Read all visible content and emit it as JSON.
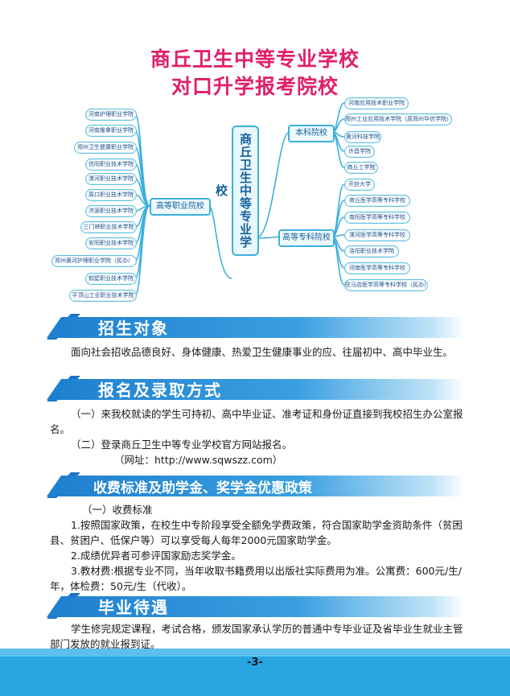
{
  "header": {
    "title_line1": "商丘卫生中等专业学校",
    "title_line2": "对口升学报考院校"
  },
  "mindmap": {
    "center": "商丘卫生中等专业学校",
    "left_hub": "高等职业院校",
    "right_top_hub": "本科院校",
    "right_bottom_hub": "高等专科院校",
    "left_items": [
      "河南护理职业学院",
      "河南推拿职业学院",
      "郑州卫生健康职业学院",
      "信阳职业技术学院",
      "漯河职业技术学院",
      "周口职业技术学院",
      "济源职业技术学院",
      "三门峡职业技术学院",
      "安阳职业技术学院",
      "郑州黄河护理职业学院（民办）",
      "鹤壁职业技术学院",
      "平顶山工业职业技术学院"
    ],
    "right_top_items": [
      "河南应用技术职业学院",
      "郑州工业应用技术学院（原郑州华信学院）",
      "黄河科技学院",
      "许昌学院",
      "商丘工学院"
    ],
    "right_bottom_items": [
      "开封大学",
      "商丘医学高等专科学校",
      "南阳医学高等专科学校",
      "漯河医学高等专科学校",
      "洛阳职业技术学院",
      "河南医学高等专科学校",
      "驻马店医学高等专科学校（民办）"
    ]
  },
  "sections": {
    "s1": {
      "heading": "招生对象",
      "para": "面向社会招收品德良好、身体健康、热爱卫生健康事业的应、往届初中、高中毕业生。"
    },
    "s2": {
      "heading": "报名及录取方式",
      "p1": "（一）来我校就读的学生可持初、高中毕业证、准考证和身份证直接到我校招生办公室报名。",
      "p2": "（二）登录商丘卫生中等专业学校官方网站报名。",
      "p3": "（网址：http://www.sqwszz.com）"
    },
    "s3": {
      "heading": "收费标准及助学金、奖学金优惠政策",
      "p0": "（一）收费标准",
      "p1": "1.按照国家政策，在校生中专阶段享受全额免学费政策，符合国家助学金资助条件（贫困县、贫困户、低保户等）可以享受每人每年2000元国家助学金。",
      "p2": "2.成绩优异者可参评国家励志奖学金。",
      "p3": "3.教材费:根据专业不同，当年收取书籍费用以出版社实际费用为准。公寓费：600元/生/年，体检费：50元/生（代收）。"
    },
    "s4": {
      "heading": "毕业待遇",
      "para": "学生修完规定课程，考试合格，颁发国家承认学历的普通中专毕业证及省毕业生就业主管部门发放的就业报到证。"
    }
  },
  "footer": {
    "page": "-3-"
  },
  "colors": {
    "title": "#e0206a",
    "banner": "#1e7fcf",
    "footer": "#27a6e2"
  }
}
